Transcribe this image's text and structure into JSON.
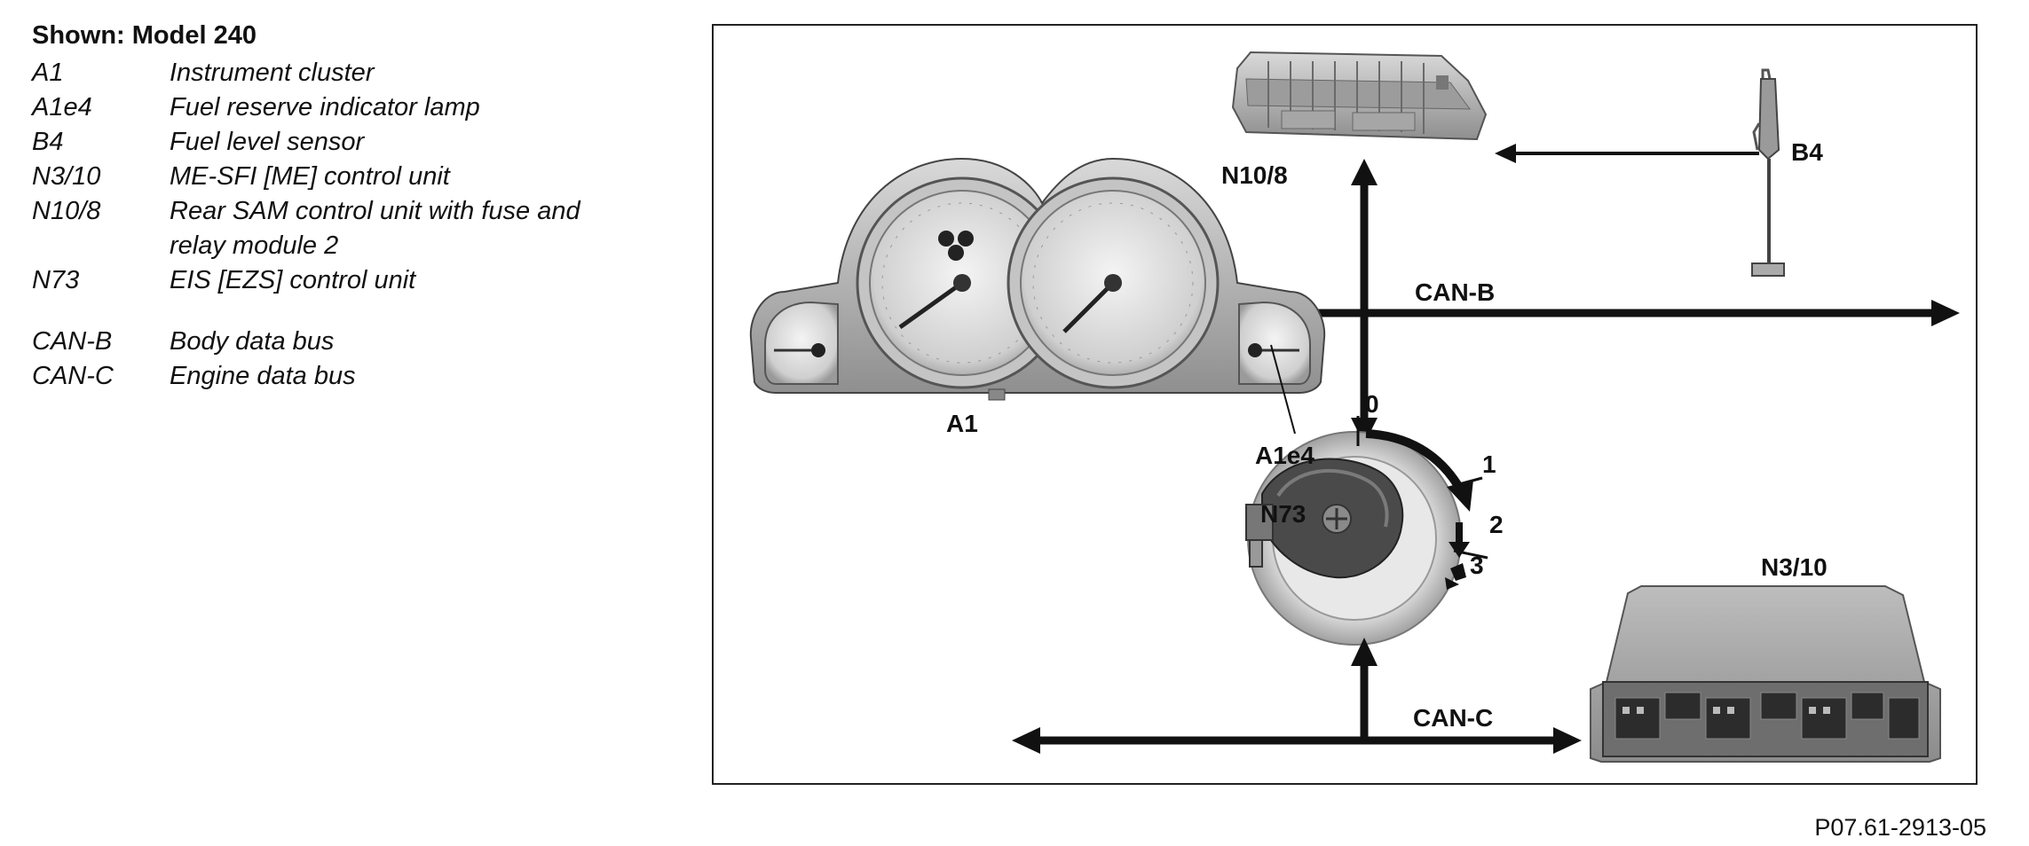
{
  "legend": {
    "title": "Shown: Model 240",
    "items": [
      {
        "code": "A1",
        "desc": "Instrument cluster"
      },
      {
        "code": "A1e4",
        "desc": "Fuel reserve indicator lamp"
      },
      {
        "code": "B4",
        "desc": "Fuel level sensor"
      },
      {
        "code": "N3/10",
        "desc": "ME-SFI [ME] control unit"
      },
      {
        "code": "N10/8",
        "desc": "Rear SAM control unit with fuse and relay module 2"
      },
      {
        "code": "N73",
        "desc": "EIS [EZS] control unit"
      }
    ],
    "bus_items": [
      {
        "code": "CAN-B",
        "desc": "Body data bus"
      },
      {
        "code": "CAN-C",
        "desc": "Engine data bus"
      }
    ]
  },
  "diagram": {
    "labels": {
      "n10_8": "N10/8",
      "b4": "B4",
      "can_b": "CAN-B",
      "a1": "A1",
      "a1e4": "A1e4",
      "n73": "N73",
      "pos0": "0",
      "pos1": "1",
      "pos2": "2",
      "pos3": "3",
      "n3_10": "N3/10",
      "can_c": "CAN-C"
    }
  },
  "figure_ref": "P07.61-2913-05"
}
